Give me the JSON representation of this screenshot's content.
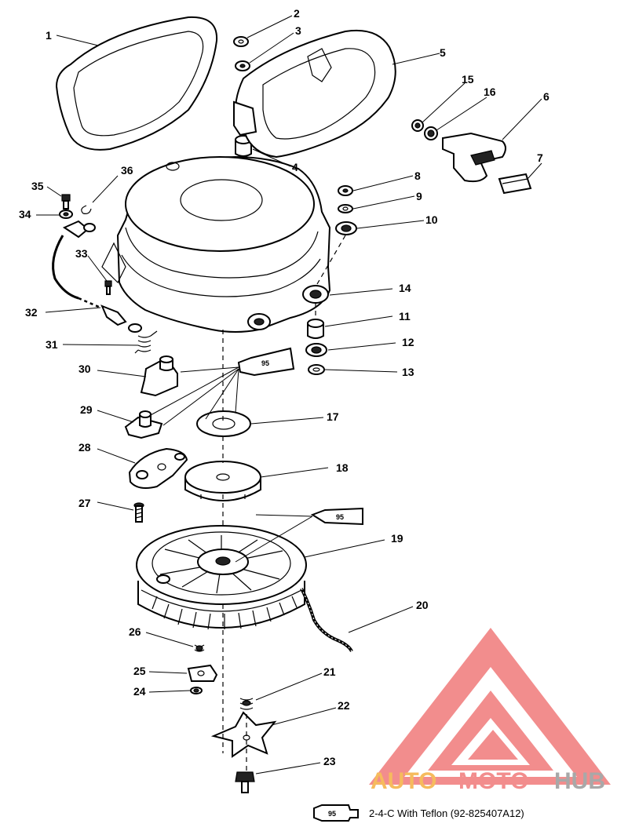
{
  "callouts": [
    "1",
    "2",
    "3",
    "4",
    "5",
    "6",
    "7",
    "8",
    "9",
    "10",
    "11",
    "12",
    "13",
    "14",
    "15",
    "16",
    "17",
    "18",
    "19",
    "20",
    "21",
    "22",
    "23",
    "24",
    "25",
    "26",
    "27",
    "28",
    "29",
    "30",
    "31",
    "32",
    "33",
    "34",
    "35",
    "36"
  ],
  "lubricant_tube_label": "95",
  "footer": {
    "tube_label": "95",
    "text": "2-4-C  With Teflon (92-825407A12)"
  },
  "watermark": {
    "auto": "AUTO",
    "moto": "MOTO",
    "hub": "HUB",
    "colors": {
      "triangle": "#f07a7a",
      "auto": "#f5b041",
      "moto": "#f07a7a",
      "hub": "#9a9a9a"
    }
  }
}
